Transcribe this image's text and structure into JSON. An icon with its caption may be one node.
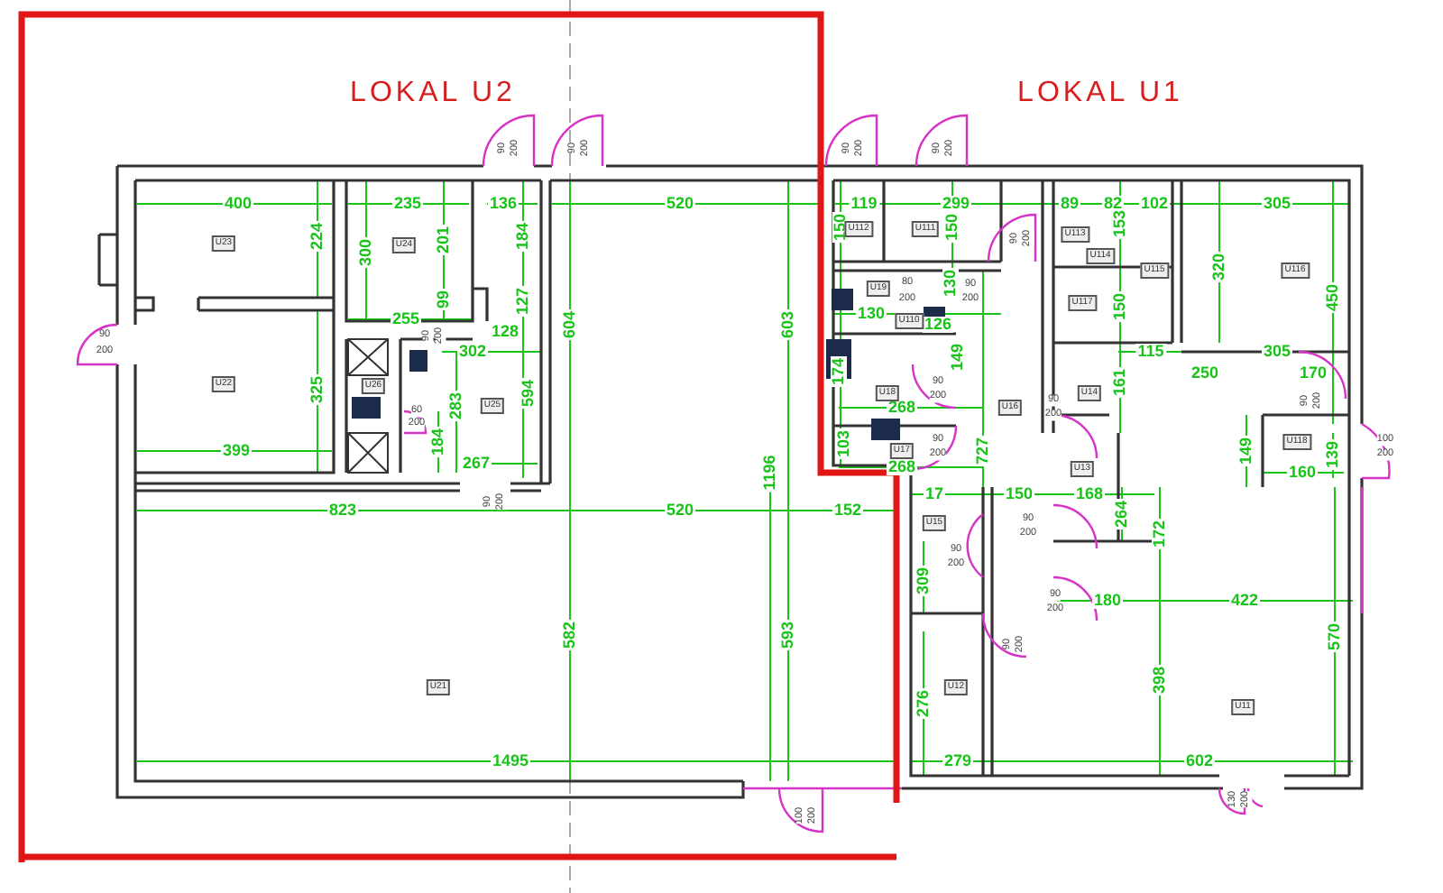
{
  "diagram": {
    "labels": [
      "LOKAL U2",
      "LOKAL U1",
      "90",
      "200",
      "90",
      "200",
      "90",
      "200",
      "90",
      "200",
      "400",
      "224",
      "235",
      "300",
      "201",
      "136",
      "184",
      "520",
      "604",
      "603",
      "99",
      "127",
      "255",
      "128",
      "302",
      "325",
      "594",
      "283",
      "184",
      "267",
      "399",
      "823",
      "520",
      "152",
      "1196",
      "582",
      "593",
      "1495",
      "119",
      "299",
      "89",
      "82",
      "102",
      "305",
      "150",
      "150",
      "153",
      "320",
      "450",
      "130",
      "130",
      "126",
      "150",
      "149",
      "174",
      "268",
      "727",
      "115",
      "305",
      "250",
      "170",
      "161",
      "149",
      "139",
      "160",
      "103",
      "268",
      "17",
      "150",
      "168",
      "264",
      "172",
      "309",
      "180",
      "422",
      "398",
      "570",
      "276",
      "279",
      "602",
      "U23",
      "U22",
      "U24",
      "U25",
      "U26",
      "U21",
      "U112",
      "U111",
      "U113",
      "U114",
      "U115",
      "U116",
      "U117",
      "U19",
      "U110",
      "U18",
      "U17",
      "U16",
      "U14",
      "U13",
      "U15",
      "U12",
      "U11",
      "U118",
      "90",
      "200",
      "90",
      "200",
      "60",
      "200",
      "90",
      "200",
      "90",
      "200",
      "90",
      "200",
      "80",
      "200",
      "90",
      "200",
      "90",
      "200",
      "90",
      "200",
      "90",
      "200",
      "100",
      "200",
      "90",
      "200",
      "90",
      "200",
      "90",
      "200",
      "90",
      "200",
      "100",
      "200",
      "130",
      "200"
    ]
  }
}
